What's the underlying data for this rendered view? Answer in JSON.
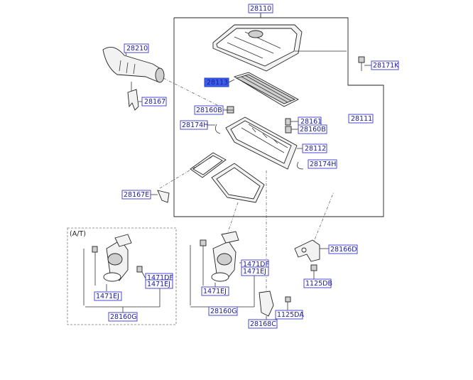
{
  "variant_label": "(A/T)",
  "labels": {
    "l28110": "28110",
    "l28210": "28210",
    "l28171K": "28171K",
    "l28113": "28113",
    "l28167": "28167",
    "l28160B_a": "28160B",
    "l28161": "28161",
    "l28111": "28111",
    "l28174H_a": "28174H",
    "l28160B_b": "28160B",
    "l28112": "28112",
    "l28174H_b": "28174H",
    "l28167E": "28167E",
    "l28166D": "28166D",
    "l1471DF_a": "1471DF",
    "l1471EJ_a": "1471EJ",
    "l1471EJ_b": "1471EJ",
    "l28160G_a": "28160G",
    "l1471DF_b": "1471DF",
    "l1471EJ_c": "1471EJ",
    "l1471EJ_d": "1471EJ",
    "l1125DB": "1125DB",
    "l28160G_b": "28160G",
    "l1125DA": "1125DA",
    "l28168C": "28168C"
  }
}
